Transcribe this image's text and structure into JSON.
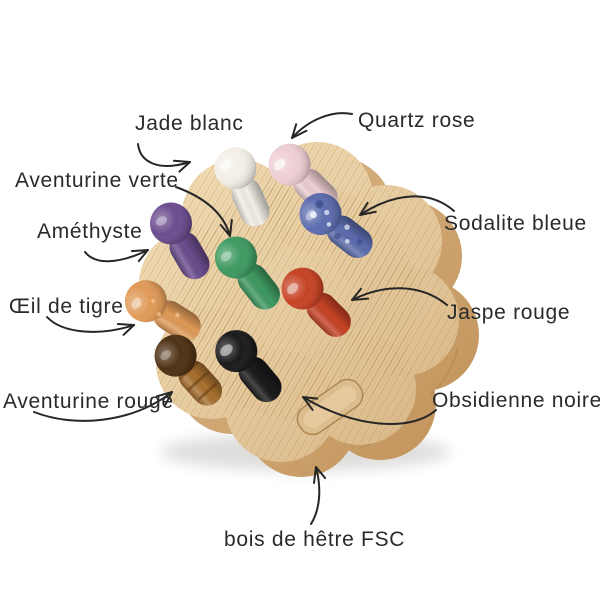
{
  "image_type": "annotated product diagram",
  "annotation_color": "#262626",
  "board": {
    "label": "bois de hêtre FSC",
    "wood_color": "#e6cba0",
    "wood_side_color": "#c79e67",
    "shape": "flower-shaped beech wood stand with 9 gemstone pegs"
  },
  "stones": [
    {
      "name": "jade-blanc",
      "label": "Jade blanc",
      "color": "#f3efe7"
    },
    {
      "name": "quartz-rose",
      "label": "Quartz rose",
      "color": "#eecfd4"
    },
    {
      "name": "sodalite-bleue",
      "label": "Sodalite bleue",
      "color": "#5c6cae"
    },
    {
      "name": "amethyste",
      "label": "Améthyste",
      "color": "#6b4d8e"
    },
    {
      "name": "aventurine-verte",
      "label": "Aventurine verte",
      "color": "#3f9a61"
    },
    {
      "name": "jaspe-rouge",
      "label": "Jaspe rouge",
      "color": "#c64325"
    },
    {
      "name": "oeil-de-tigre",
      "label": "Œil de tigre",
      "color": "#e09a58"
    },
    {
      "name": "aventurine-rouge",
      "label": "Aventurine rouge",
      "color": "#a9712f"
    },
    {
      "name": "obsidienne-noire",
      "label": "Obsidienne noire",
      "color": "#1b1b1b"
    }
  ]
}
